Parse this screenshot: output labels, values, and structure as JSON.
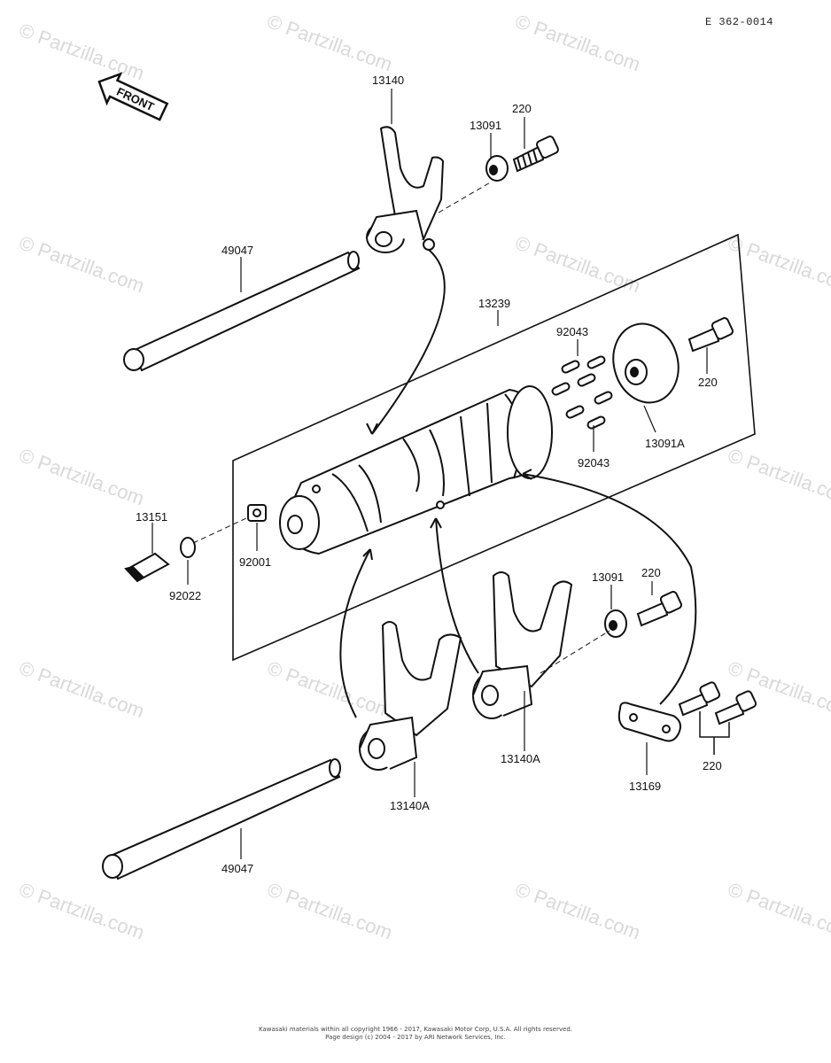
{
  "diagram_code": "E 362-0014",
  "watermark": "© Partzilla.com",
  "front_label": "FRONT",
  "parts": {
    "fork_top": "13140",
    "bolt_top": "220",
    "washer_top": "13091",
    "shaft_top": "49047",
    "drum_assembly": "13239",
    "pins_top": "92043",
    "pins_bottom": "92043",
    "bolt_right": "220",
    "plate_right": "13091A",
    "switch": "13151",
    "washer_switch": "92022",
    "pin_plug": "92001",
    "washer_bottom": "13091",
    "bolt_bottom": "220",
    "fork_bottom_right": "13140A",
    "fork_bottom_left": "13140A",
    "shaft_bottom": "49047",
    "holder_plate": "13169",
    "bolts_holder": "220"
  },
  "footer": {
    "line1": "Kawasaki materials within all copyright 1966 - 2017, Kawasaki Motor Corp, U.S.A.  All rights reserved.",
    "line2": "Page design (c) 2004 - 2017 by ARI Network Services, Inc."
  }
}
